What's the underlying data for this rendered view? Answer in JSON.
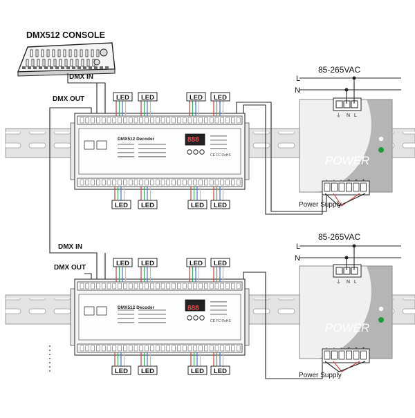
{
  "console": {
    "title": "DMX512 CONSOLE"
  },
  "labels": {
    "dmx_in": "DMX IN",
    "dmx_out": "DMX OUT",
    "led": "LED",
    "line": "L",
    "neutral": "N",
    "voltage": "85-265VAC",
    "power_word": "POWER",
    "power_supply": "Power Supply",
    "decoder_name": "DMX512 Decoder",
    "display": "888",
    "terminal_n": "N",
    "terminal_l": "L",
    "minus": "-",
    "plus": "+"
  },
  "colors": {
    "rail": "#e3e3e3",
    "rail_edge": "#9a9a9a",
    "psu_light": "#f0f0f0",
    "psu_dark": "#b5b5b5",
    "wire": "#222222",
    "wire_red": "#d23b3b",
    "wire_green": "#3aa35a",
    "wire_blue": "#3f6fd8",
    "wire_white": "#bdbdbd",
    "led_green": "#1b9a3e"
  }
}
